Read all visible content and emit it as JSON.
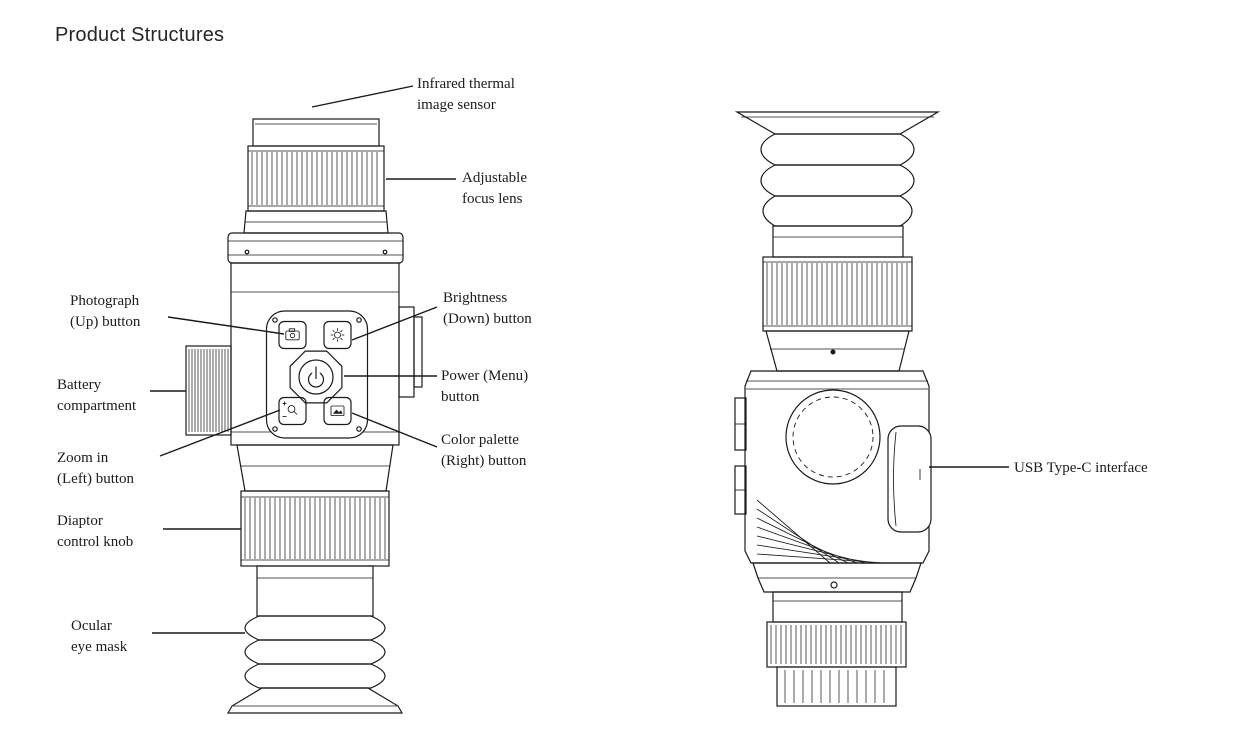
{
  "title": "Product Structures",
  "colors": {
    "ink": "#1a1a1a",
    "background": "#ffffff"
  },
  "left_view": {
    "name": "side view with control panel",
    "labels": {
      "infrared_sensor": "Infrared thermal\nimage sensor",
      "focus_lens": "Adjustable\nfocus lens",
      "photograph_button": "Photograph\n(Up) button",
      "brightness_button": "Brightness\n(Down) button",
      "battery_compartment": "Battery\ncompartment",
      "power_button": "Power (Menu)\nbutton",
      "zoom_button": "Zoom in\n(Left) button",
      "color_palette_button": "Color palette\n(Right) button",
      "diaptor_knob": "Diaptor\ncontrol knob",
      "eye_mask": "Ocular\neye mask"
    },
    "icons": {
      "photograph_button": "camera-icon",
      "brightness_button": "sun-brightness-icon",
      "power_button": "power-icon",
      "zoom_button": "magnifier-zoom-icon",
      "color_palette_button": "image-palette-icon"
    }
  },
  "right_view": {
    "name": "opposite side view",
    "labels": {
      "usb_interface": "USB Type-C interface"
    }
  }
}
